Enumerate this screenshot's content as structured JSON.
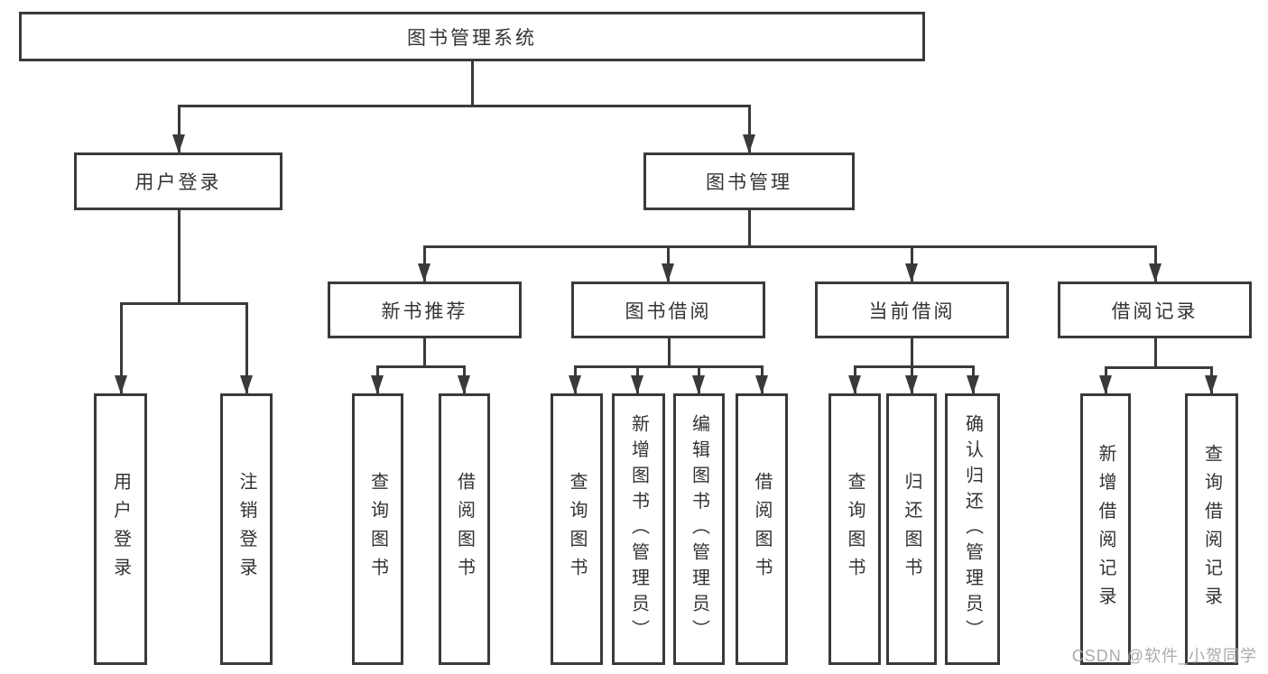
{
  "colors": {
    "line": "#3a3a3a",
    "text": "#333333",
    "watermark": "#ababab",
    "background": "#ffffff"
  },
  "watermark": "CSDN @软件_小贺同学",
  "tree": {
    "label": "图书管理系统",
    "children": [
      {
        "label": "用户登录",
        "children": [
          {
            "label": "用户登录"
          },
          {
            "label": "注销登录"
          }
        ]
      },
      {
        "label": "图书管理",
        "children": [
          {
            "label": "新书推荐",
            "children": [
              {
                "label": "查询图书"
              },
              {
                "label": "借阅图书"
              }
            ]
          },
          {
            "label": "图书借阅",
            "children": [
              {
                "label": "查询图书"
              },
              {
                "label": "新增图书（管理员）"
              },
              {
                "label": "编辑图书（管理员）"
              },
              {
                "label": "借阅图书"
              }
            ]
          },
          {
            "label": "当前借阅",
            "children": [
              {
                "label": "查询图书"
              },
              {
                "label": "归还图书"
              },
              {
                "label": "确认归还（管理员）"
              }
            ]
          },
          {
            "label": "借阅记录",
            "children": [
              {
                "label": "新增借阅记录"
              },
              {
                "label": "查询借阅记录"
              }
            ]
          }
        ]
      }
    ]
  }
}
